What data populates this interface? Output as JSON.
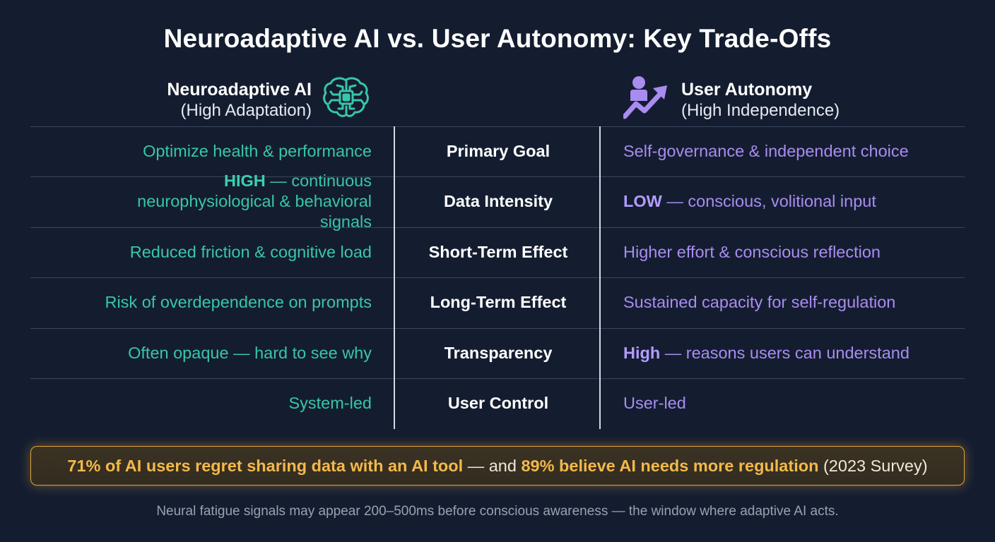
{
  "title": "Neuroadaptive AI vs. User Autonomy: Key Trade-Offs",
  "left_header": {
    "title": "Neuroadaptive AI",
    "subtitle": "(High Adaptation)",
    "icon": "brain-circuit-icon"
  },
  "right_header": {
    "title": "User Autonomy",
    "subtitle": "(High Independence)",
    "icon": "person-growth-arrow-icon"
  },
  "rows": [
    {
      "left": "Optimize health & performance",
      "label": "Primary Goal",
      "right": "Self-governance & independent choice"
    },
    {
      "left_strong": "HIGH",
      "left": " — continuous neurophysiological & behavioral signals",
      "label": "Data Intensity",
      "right_strong": "LOW",
      "right": " — conscious, volitional input"
    },
    {
      "left": "Reduced friction & cognitive load",
      "label": "Short-Term Effect",
      "right": "Higher effort & conscious reflection"
    },
    {
      "left": "Risk of overdependence on prompts",
      "label": "Long-Term Effect",
      "right": "Sustained capacity for self-regulation"
    },
    {
      "left": "Often opaque — hard to see why",
      "label": "Transparency",
      "right_strong": "High",
      "right": " — reasons users can understand"
    },
    {
      "left": "System-led",
      "label": "User Control",
      "right": "User-led"
    }
  ],
  "callout": {
    "part1": "71% of AI users regret sharing data with an AI tool",
    "part2": " — and ",
    "part3": "89% believe AI needs more regulation",
    "part4": " (2023 Survey)"
  },
  "footnote": "Neural fatigue signals may appear 200–500ms before conscious awareness — the window where adaptive AI acts.",
  "colors": {
    "teal": "#38c6a8",
    "violet": "#a98cf0",
    "amber": "#f3b94a",
    "background": "#141d30"
  }
}
